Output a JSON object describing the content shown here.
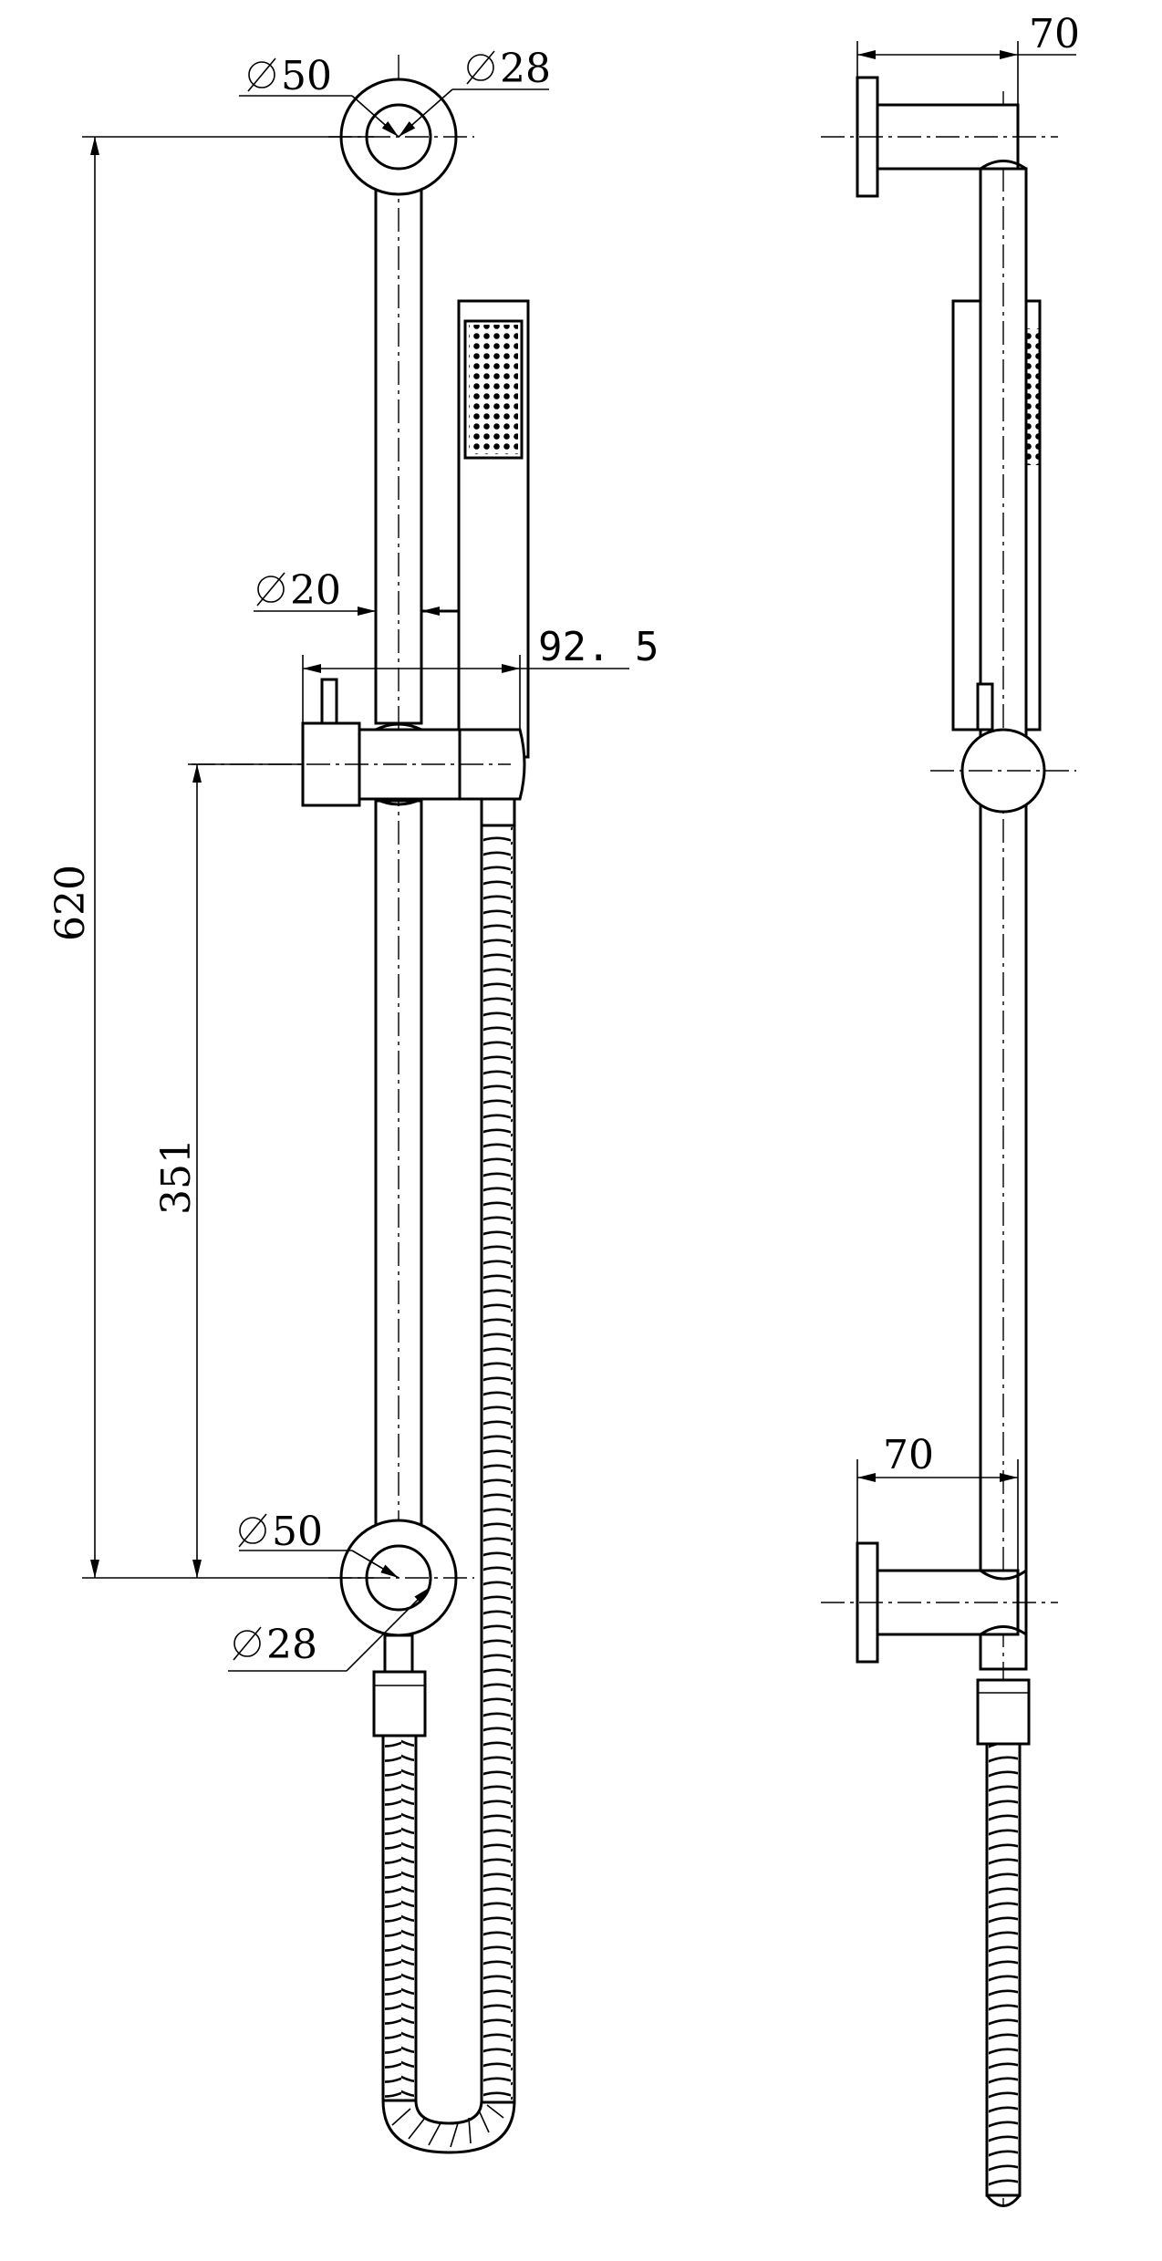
{
  "dimensions": {
    "front_top_outer_diameter": "50",
    "front_top_inner_diameter": "28",
    "rail_diameter": "20",
    "holder_projection": "92. 5",
    "overall_height": "620",
    "holder_height": "351",
    "front_bottom_outer_diameter": "50",
    "front_bottom_inner_diameter": "28",
    "side_top_projection": "70",
    "side_bottom_projection": "70"
  },
  "symbols": {
    "diameter_icon": "diameter-symbol",
    "arrow_icon": "dimension-arrowhead"
  },
  "colors": {
    "line": "#000000",
    "background": "#ffffff"
  }
}
